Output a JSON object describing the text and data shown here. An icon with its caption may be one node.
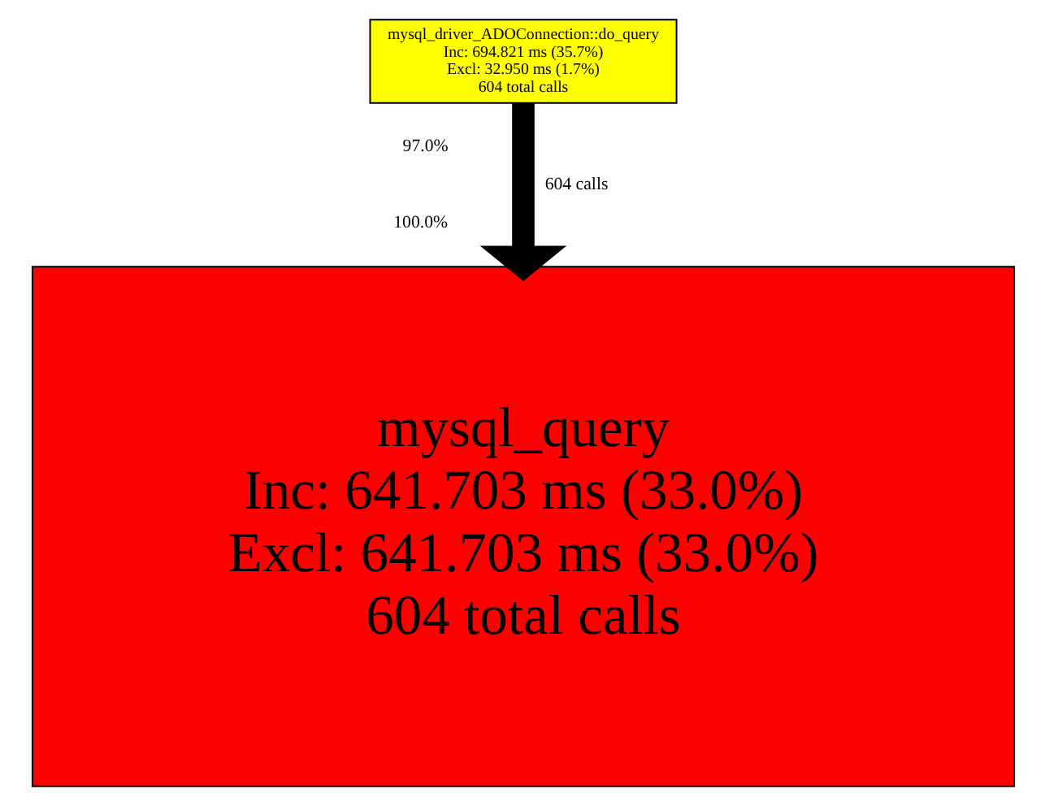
{
  "diagram": {
    "nodes": [
      {
        "text": [
          "mysql_driver_ADOConnection::do_query",
          "Inc: 694.821 ms (35.7%)",
          "Excl: 32.950 ms (1.7%)",
          "604 total calls"
        ]
      },
      {
        "text": [
          "mysql_query",
          "Inc: 641.703 ms (33.0%)",
          "Excl: 641.703 ms (33.0%)",
          "604 total calls"
        ]
      }
    ],
    "edges": [
      {
        "from": 0,
        "to": 1,
        "arrow": "to",
        "label": "604 calls"
      }
    ],
    "labels": [
      "97.0%",
      "100.0%"
    ]
  }
}
